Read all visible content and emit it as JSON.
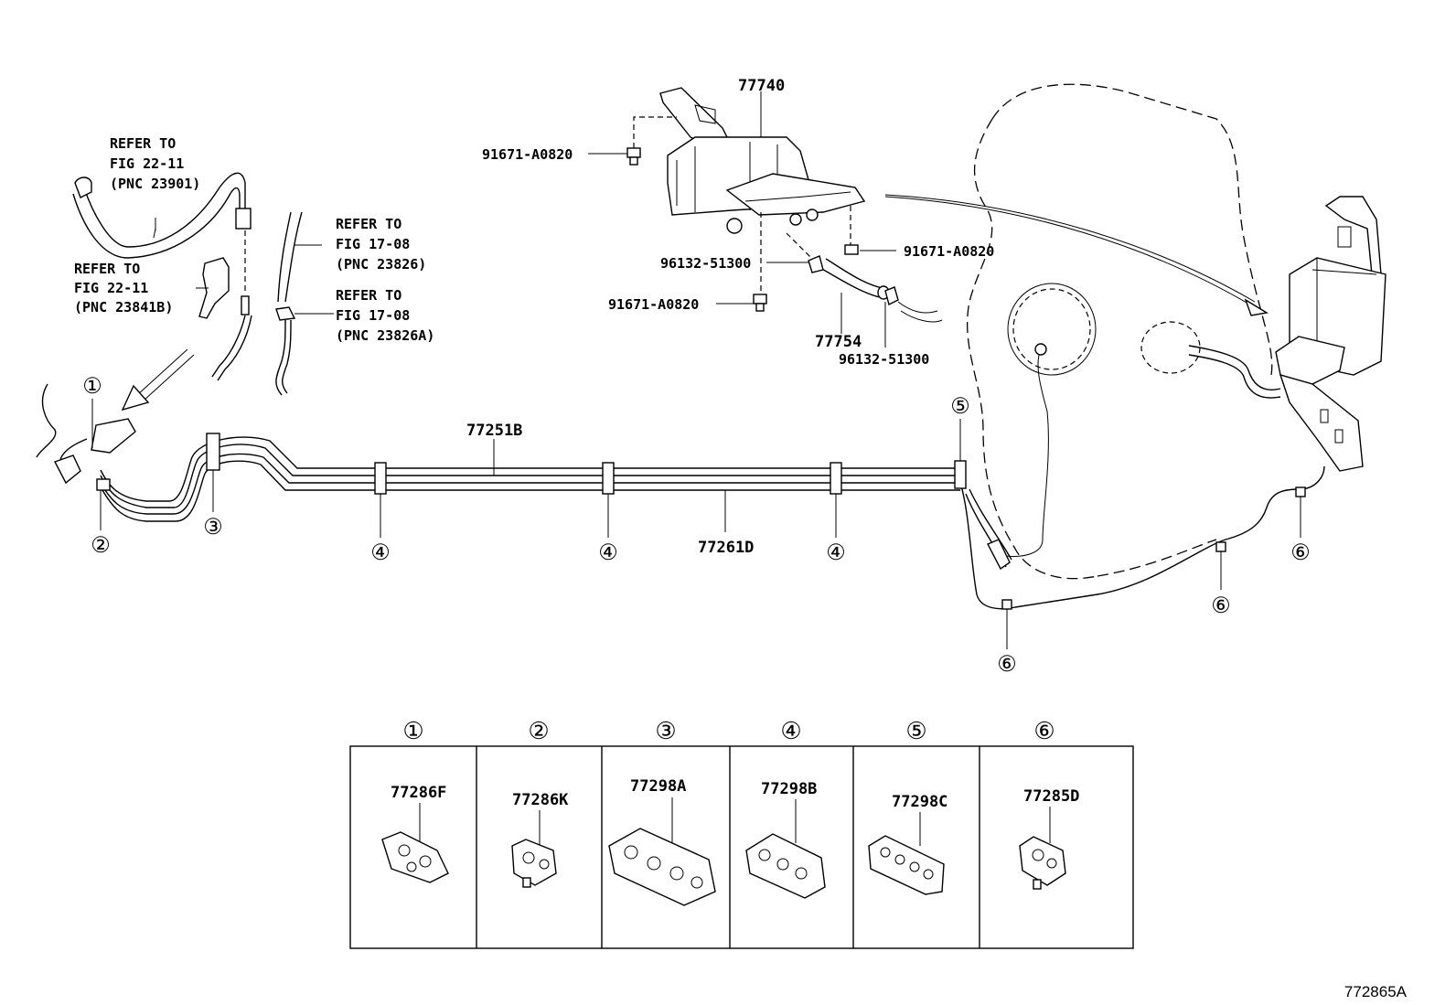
{
  "parts": {
    "canister": "77740",
    "canister_bolt_left": "91671-A0820",
    "canister_bolt_right": "91671-A0820",
    "canister_bolt_lower": "91671-A0820",
    "clamp_upper": "96132-51300",
    "clamp_lower": "96132-51300",
    "hose": "77754",
    "tube_upper": "77251B",
    "tube_lower": "77261D"
  },
  "references": {
    "ref1": [
      "REFER TO",
      "FIG 22-11",
      "(PNC 23901)"
    ],
    "ref2": [
      "REFER TO",
      "FIG 22-11",
      "(PNC 23841B)"
    ],
    "ref3": [
      "REFER TO",
      "FIG 17-08",
      "(PNC 23826)"
    ],
    "ref4": [
      "REFER TO",
      "FIG 17-08",
      "(PNC 23826A)"
    ]
  },
  "callouts": {
    "c1": "①",
    "c2": "②",
    "c3": "③",
    "c4": "④",
    "c5": "⑤",
    "c6": "⑥"
  },
  "legend": {
    "items": [
      {
        "num": "①",
        "part": "77286F"
      },
      {
        "num": "②",
        "part": "77286K"
      },
      {
        "num": "③",
        "part": "77298A"
      },
      {
        "num": "④",
        "part": "77298B"
      },
      {
        "num": "⑤",
        "part": "77298C"
      },
      {
        "num": "⑥",
        "part": "77285D"
      }
    ]
  },
  "figure_id": "772865A"
}
